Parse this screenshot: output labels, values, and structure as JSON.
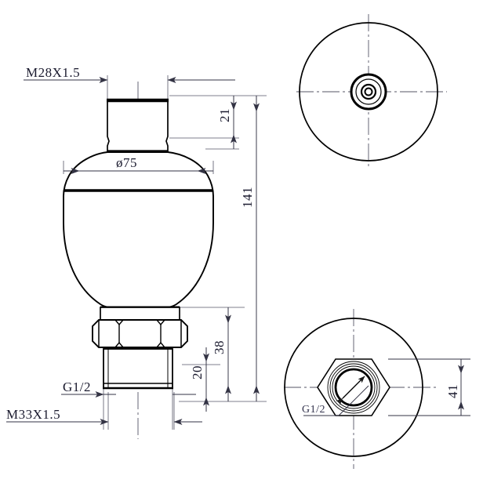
{
  "drawing": {
    "title": "Hydraulic bladder accumulator – engineering drawing",
    "line_color": "#000000",
    "dim_color": "#333344",
    "center_color": "#555566",
    "background": "#ffffff"
  },
  "front_view": {
    "name": "front-section-view",
    "labels": {
      "top_thread": "M28X1.5",
      "body_diameter": "ø75",
      "bottom_port": "G1/2",
      "bottom_thread": "M33X1.5"
    },
    "dimensions": {
      "neck_height": "21",
      "overall_height": "141",
      "nut_and_thread": "38",
      "thread_length": "20"
    }
  },
  "top_view": {
    "name": "top-view",
    "labels": []
  },
  "bottom_view": {
    "name": "bottom-view",
    "labels": {
      "port": "G1/2"
    },
    "dimensions": {
      "hex_across_flats": "41"
    }
  }
}
